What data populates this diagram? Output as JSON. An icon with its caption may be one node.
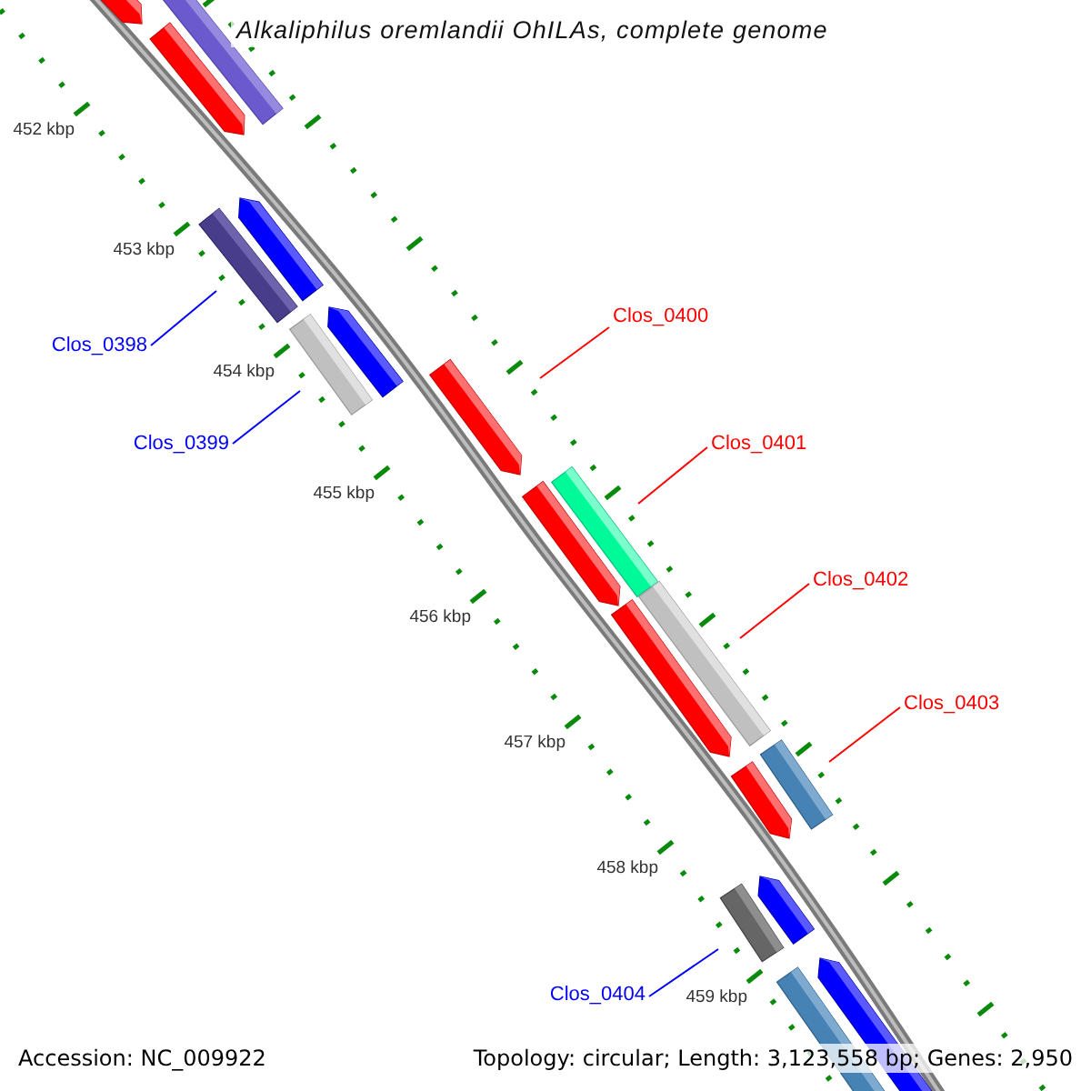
{
  "diagram": {
    "title": "Alkaliphilus oremlandii OhILAs, complete genome",
    "nodes": [
      {
        "text": [],
        "shape": "bar"
      },
      {
        "text": [],
        "shape": "pentagon"
      },
      {
        "text": [],
        "shape": "pentagon"
      },
      {
        "text": [],
        "shape": "pentagon"
      },
      {
        "text": [],
        "shape": "bar"
      },
      {
        "text": [
          "Clos_0398"
        ]
      },
      {
        "text": [],
        "shape": "pentagon"
      },
      {
        "text": [],
        "shape": "bar"
      },
      {
        "text": [
          "Clos_0399"
        ]
      },
      {
        "text": [
          "Clos_0400"
        ]
      },
      {
        "text": [],
        "shape": "pentagon"
      },
      {
        "text": [
          "Clos_0401"
        ]
      },
      {
        "text": [],
        "shape": "bar"
      },
      {
        "text": [],
        "shape": "pentagon"
      },
      {
        "text": [
          "Clos_0402"
        ]
      },
      {
        "text": [],
        "shape": "bar"
      },
      {
        "text": [],
        "shape": "pentagon"
      },
      {
        "text": [
          "Clos_0403"
        ]
      },
      {
        "text": [],
        "shape": "bar"
      },
      {
        "text": [],
        "shape": "pentagon"
      },
      {
        "text": [],
        "shape": "pentagon"
      },
      {
        "text": [],
        "shape": "bar"
      },
      {
        "text": [
          "Clos_0404"
        ]
      },
      {
        "text": [],
        "shape": "bar"
      },
      {
        "text": [],
        "shape": "pentagon"
      }
    ],
    "edges": [
      {
        "from": 5,
        "to": 4,
        "arrow": "none",
        "color": "#0000ff"
      },
      {
        "from": 8,
        "to": 7,
        "arrow": "none",
        "color": "#0000ff"
      },
      {
        "from": 9,
        "to": 10,
        "arrow": "none"
      },
      {
        "from": 11,
        "to": 12,
        "arrow": "none"
      },
      {
        "from": 14,
        "to": 15,
        "arrow": "none"
      },
      {
        "from": 17,
        "to": 18,
        "arrow": "none"
      },
      {
        "from": 22,
        "to": 21,
        "arrow": "none",
        "color": "#0000ff"
      }
    ],
    "labels": [
      "452 kbp",
      "453 kbp",
      "454 kbp",
      "455 kbp",
      "456 kbp",
      "457 kbp",
      "458 kbp",
      "459 kbp",
      "Accession: NC_009922",
      "Topology: circular; Length: 3,123,558 bp; Genes: 2,950"
    ]
  }
}
